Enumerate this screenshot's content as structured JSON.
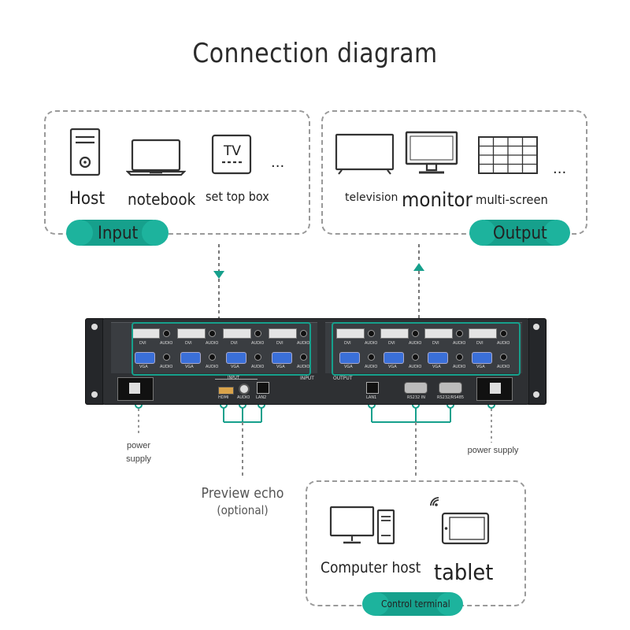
{
  "title": "Connection diagram",
  "input": {
    "devices": [
      {
        "label": "Host",
        "icon": "tower-pc-icon"
      },
      {
        "label": "notebook",
        "icon": "laptop-icon"
      },
      {
        "label": "set top box",
        "icon": "tv-box-icon",
        "icon_text": "TV"
      }
    ],
    "ellipsis": "...",
    "badge": "Input"
  },
  "output": {
    "devices": [
      {
        "label": "television",
        "icon": "television-icon"
      },
      {
        "label": "monitor",
        "icon": "monitor-icon"
      },
      {
        "label": "multi-screen",
        "icon": "video-wall-icon"
      }
    ],
    "ellipsis": "...",
    "badge": "Output"
  },
  "device_panel": {
    "port_labels": {
      "dvi": "DVI",
      "audio": "AUDIO",
      "vga": "VGA",
      "input": "INPUT",
      "output": "OUTPUT",
      "hdmi": "HDMI",
      "lan2": "LAN2",
      "lan1": "LAN1",
      "rs232_in": "RS232 IN",
      "rs232_rs485": "RS232/RS485"
    }
  },
  "power_left": {
    "line1": "power",
    "line2": "supply"
  },
  "power_right": {
    "label": "power supply"
  },
  "preview": {
    "line1": "Preview echo",
    "line2": "(optional)"
  },
  "control": {
    "devices": [
      {
        "label": "Computer host",
        "icon": "desktop-computer-icon"
      },
      {
        "label": "tablet",
        "icon": "tablet-icon"
      }
    ],
    "badge": "Control terminal"
  },
  "colors": {
    "accent": "#16a08c",
    "dashed": "#9a9a9a",
    "device": "#2e3033"
  }
}
